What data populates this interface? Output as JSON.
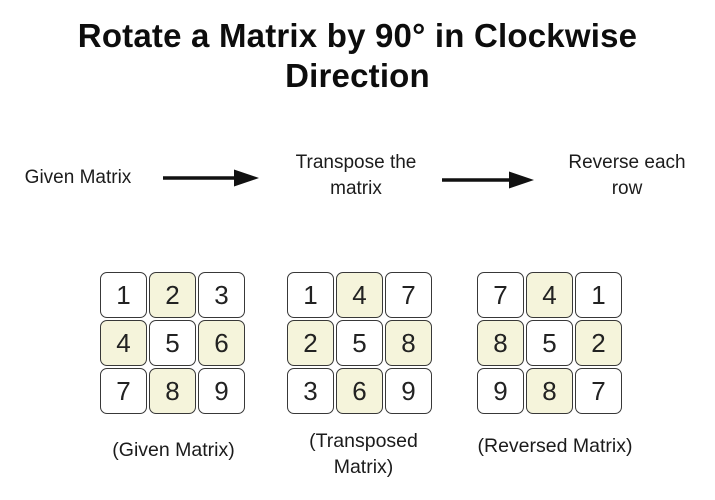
{
  "title": "Rotate a Matrix by 90° in Clockwise\nDirection",
  "flow": {
    "step1_label": "Given Matrix",
    "step2_label": "Transpose the\nmatrix",
    "step3_label": "Reverse each\nrow"
  },
  "matrices": [
    {
      "name": "given",
      "caption": "(Given Matrix)",
      "rows": [
        [
          1,
          2,
          3
        ],
        [
          4,
          5,
          6
        ],
        [
          7,
          8,
          9
        ]
      ]
    },
    {
      "name": "transposed",
      "caption": "(Transposed\nMatrix)",
      "rows": [
        [
          1,
          4,
          7
        ],
        [
          2,
          5,
          8
        ],
        [
          3,
          6,
          9
        ]
      ]
    },
    {
      "name": "reversed",
      "caption": "(Reversed Matrix)",
      "rows": [
        [
          7,
          4,
          1
        ],
        [
          8,
          5,
          2
        ],
        [
          9,
          8,
          7
        ]
      ]
    }
  ],
  "highlight_rule": "checkerboard-odd-cells",
  "colors": {
    "cell_highlight": "#f5f4db",
    "cell_background": "#ffffff",
    "cell_border": "#383838",
    "arrow": "#111111",
    "title_text": "#0d0d0d",
    "body_text": "#1c1c1c",
    "page_background": "#ffffff"
  },
  "icons": {
    "arrow_right": "→"
  }
}
